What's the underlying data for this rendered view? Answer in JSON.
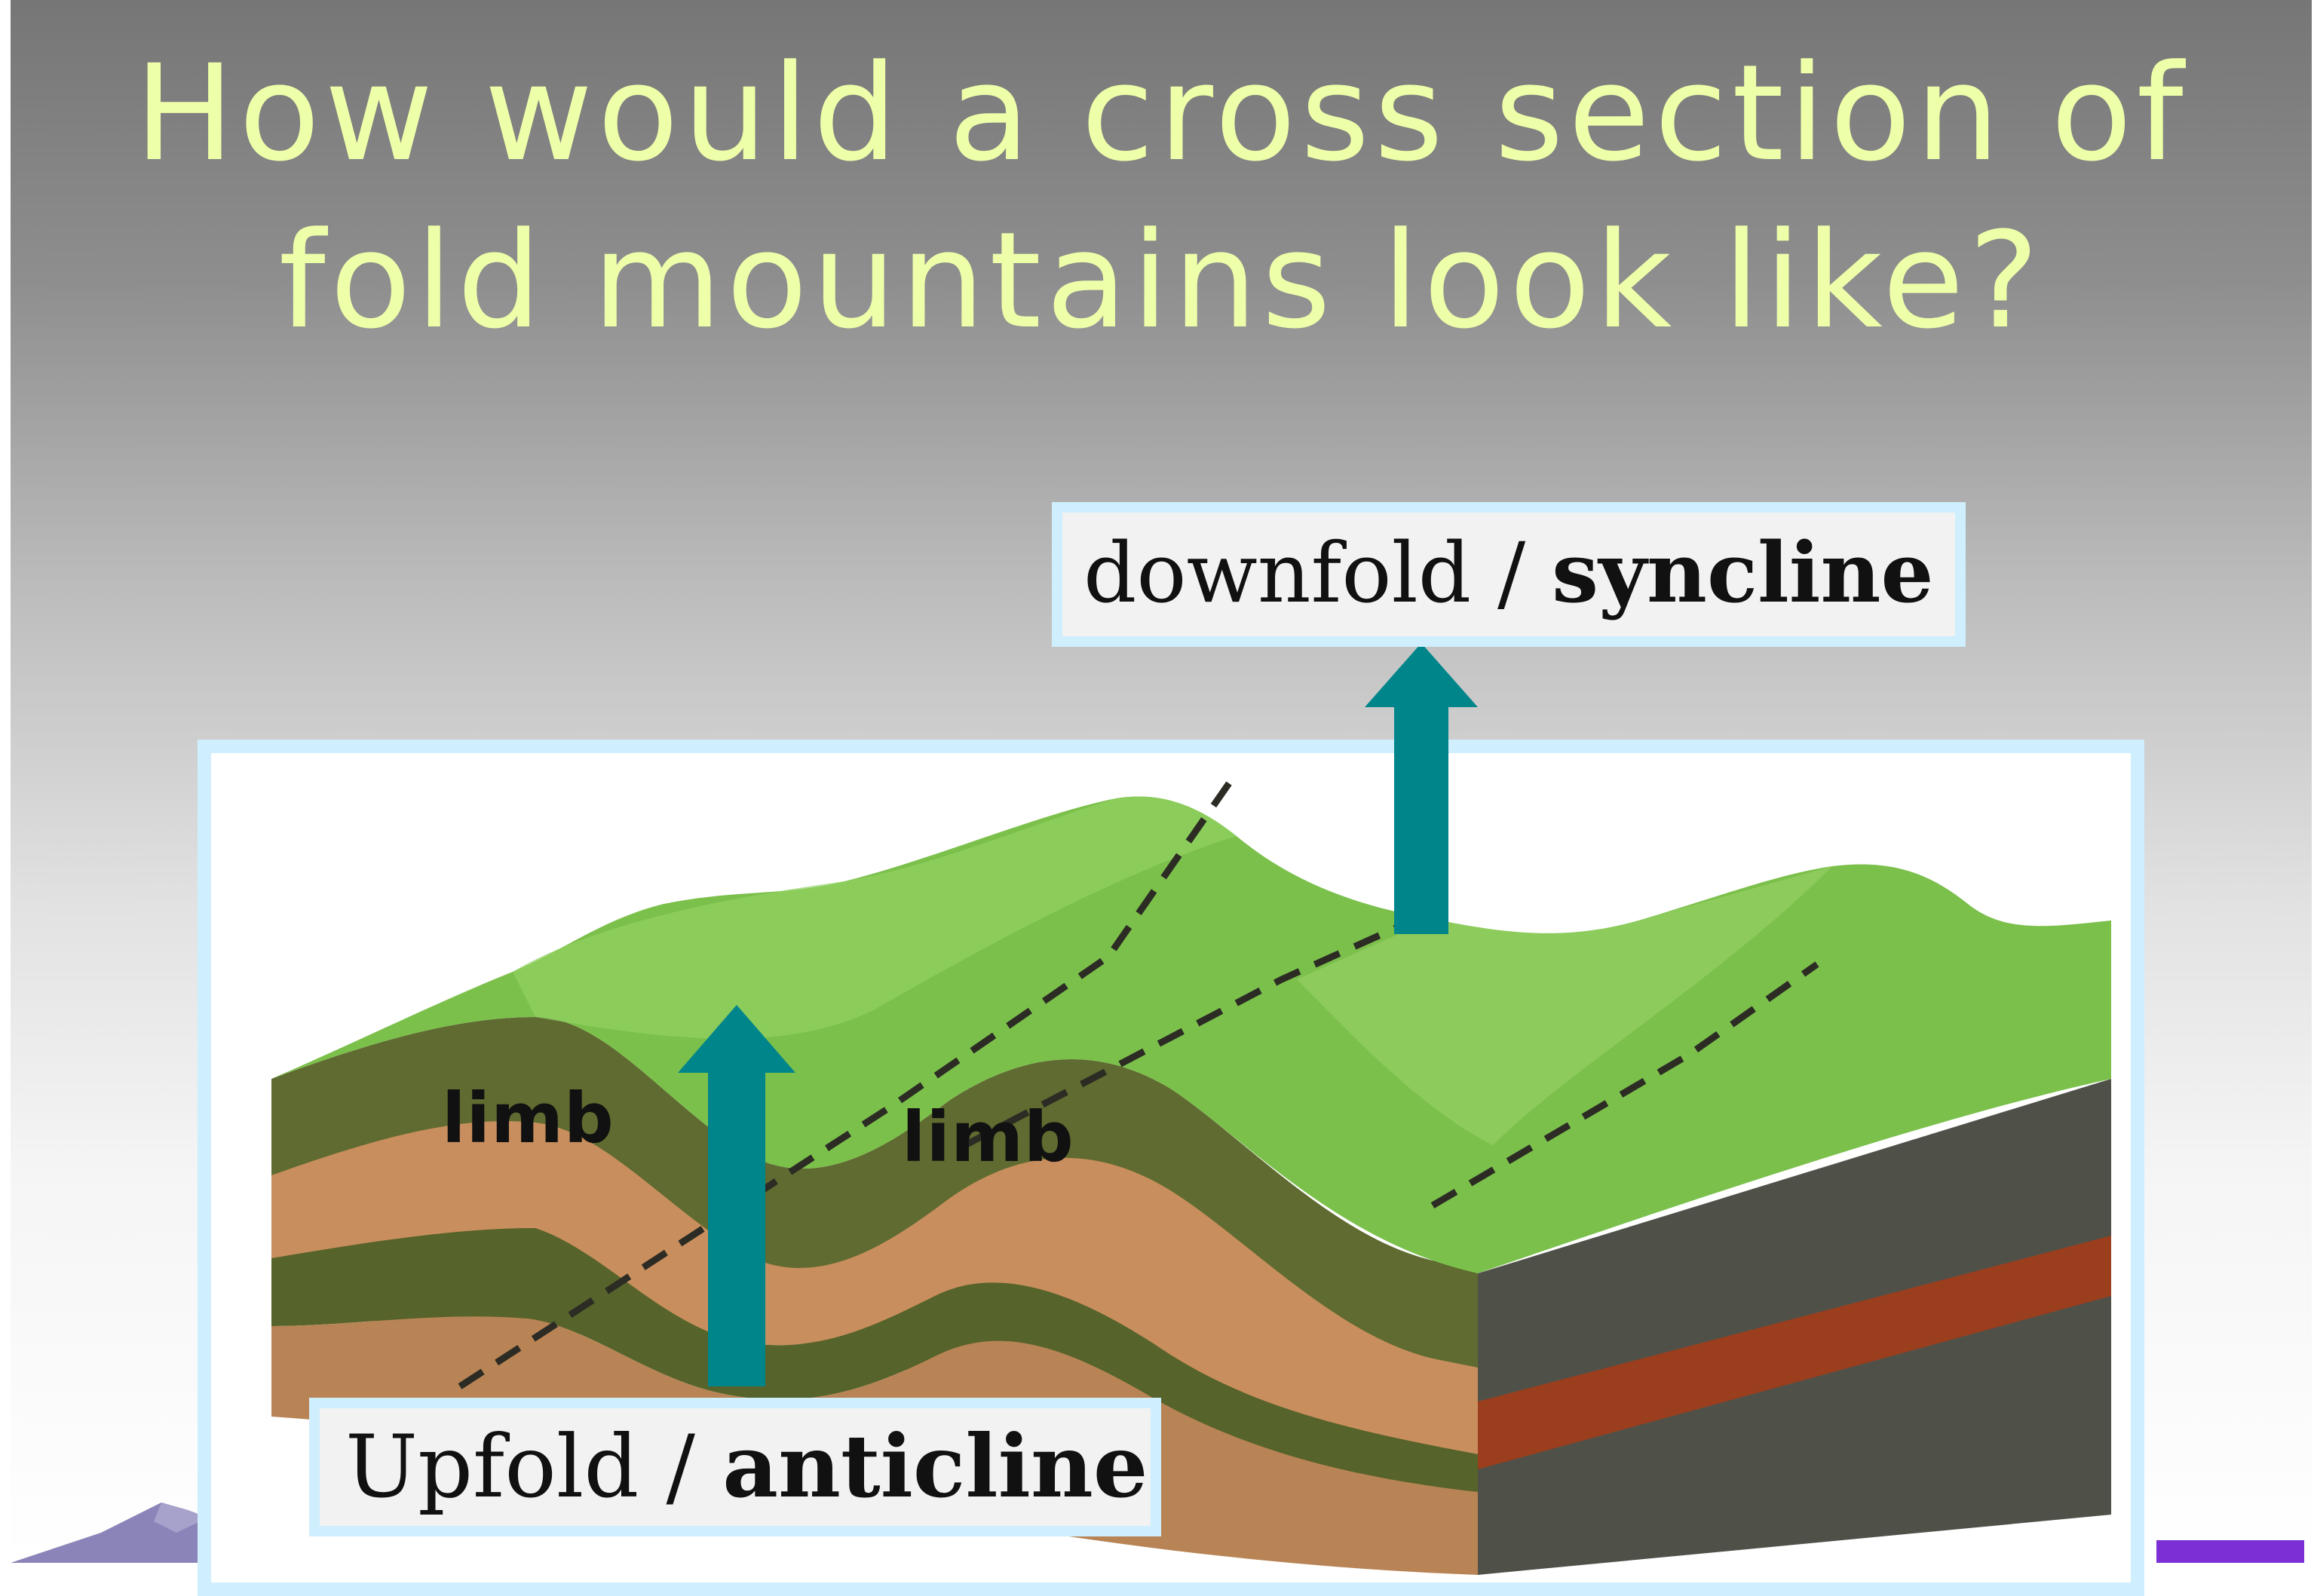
{
  "slide": {
    "title_line1": "How would a cross section of",
    "title_line2": "fold mountains look like?"
  },
  "labels": {
    "syncline_normal": "downfold / ",
    "syncline_bold": "syncline",
    "anticline_normal": "Upfold / ",
    "anticline_bold": "anticline",
    "limb_left": "limb",
    "limb_right": "limb"
  },
  "colors": {
    "title": "#eeffa9",
    "arrow": "#00858a",
    "frame_border": "#cfeefe",
    "grass": "#7cc04c",
    "dark_rock": "#5f6b30",
    "sand_rock": "#c98e5d",
    "red_rock": "#9a3e1e",
    "slate_rock": "#4f5149"
  },
  "icons": {
    "arrow_syncline": "up-arrow-icon",
    "arrow_anticline": "up-arrow-icon",
    "mountain_corner": "mountain-icon"
  }
}
